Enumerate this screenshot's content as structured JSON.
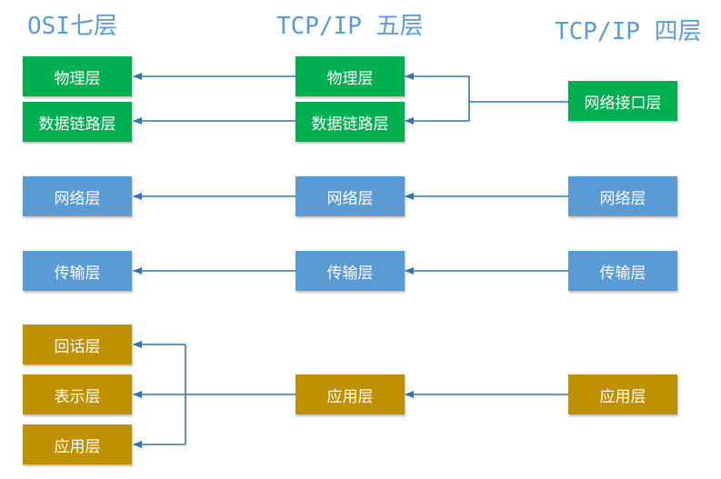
{
  "headings": {
    "osi": "OSI七层",
    "five": "TCP/IP 五层",
    "four": "TCP/IP 四层"
  },
  "colors": {
    "heading": "#5b9bd5",
    "physical_link": "#00b050",
    "network_transport": "#5b9bd5",
    "application": "#bf9000",
    "arrow": "#2e75b6"
  },
  "osi": {
    "physical": "物理层",
    "datalink": "数据链路层",
    "network": "网络层",
    "transport": "传输层",
    "session": "回话层",
    "presentation": "表示层",
    "application": "应用层"
  },
  "five": {
    "physical": "物理层",
    "datalink": "数据链路层",
    "network": "网络层",
    "transport": "传输层",
    "application": "应用层"
  },
  "four": {
    "netif": "网络接口层",
    "network": "网络层",
    "transport": "传输层",
    "application": "应用层"
  }
}
